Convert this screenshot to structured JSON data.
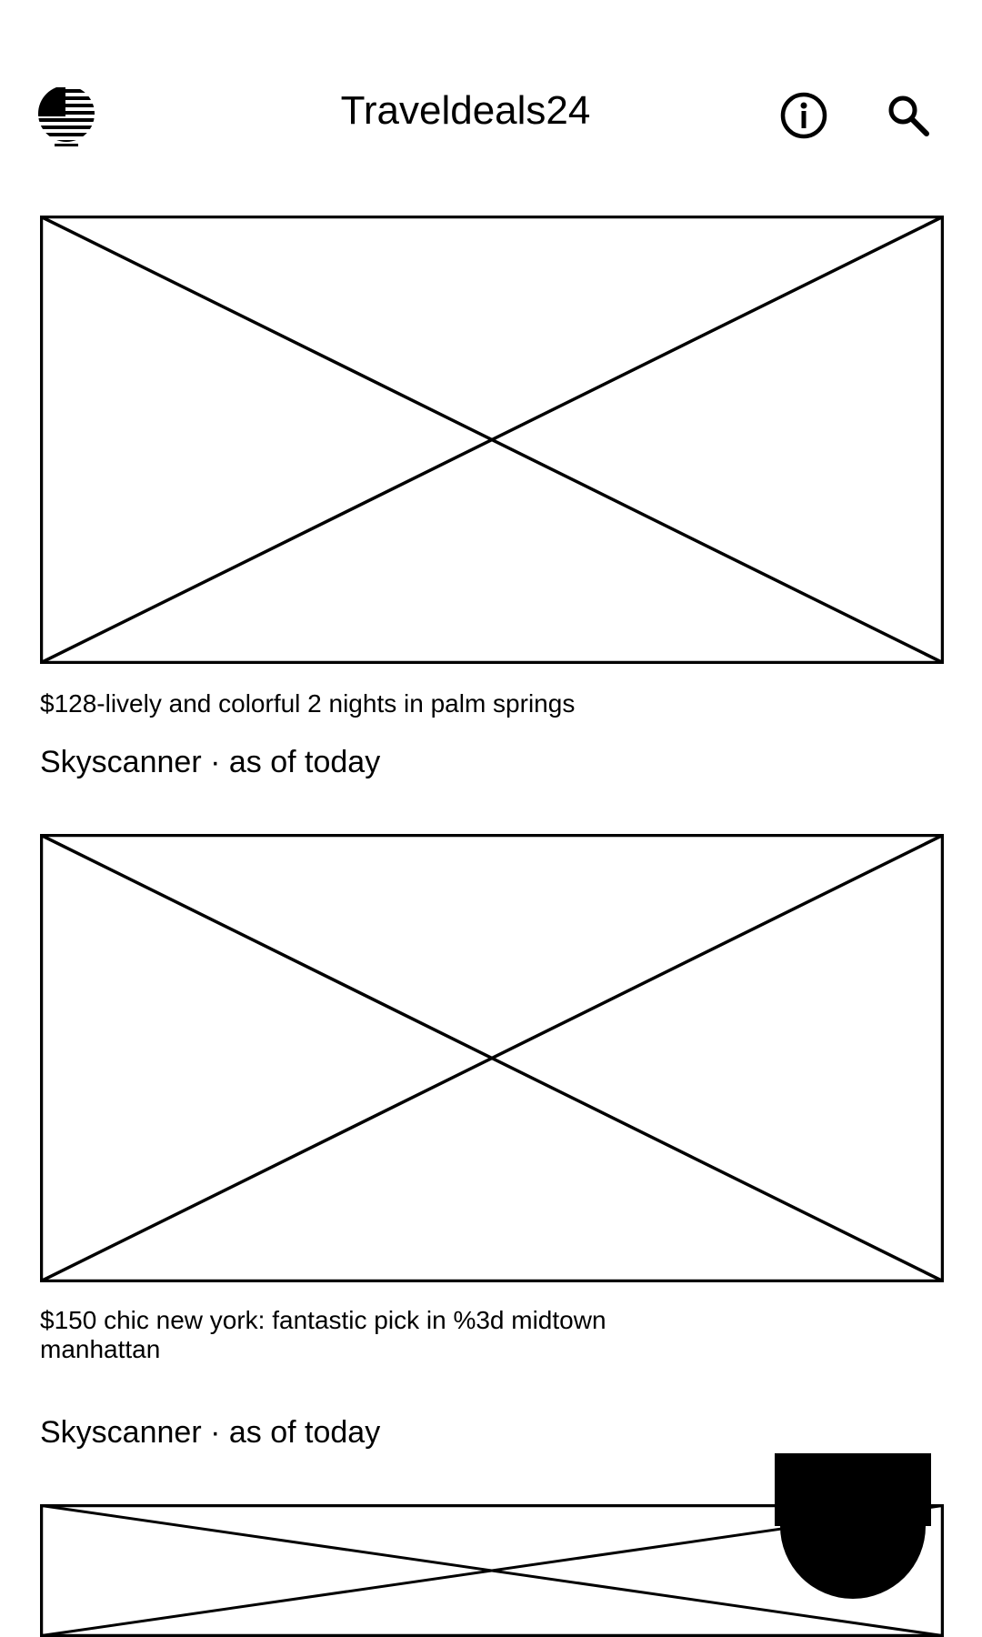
{
  "header": {
    "title": "Traveldeals24",
    "left_icon": "us-flag-icon",
    "right_icons": [
      "info-icon",
      "search-icon"
    ]
  },
  "deals": [
    {
      "image": "image-placeholder",
      "title": "$128-lively and colorful 2 nights in palm springs",
      "source": "Skyscanner",
      "separator": "·",
      "date": "as of today"
    },
    {
      "image": "image-placeholder",
      "title": "$150 chic new york: fantastic pick in %3d midtown manhattan",
      "source": "Skyscanner",
      "separator": "·",
      "date": "as of today"
    },
    {
      "image": "image-placeholder"
    }
  ],
  "fab": {
    "icon": "floating-action-icon"
  }
}
